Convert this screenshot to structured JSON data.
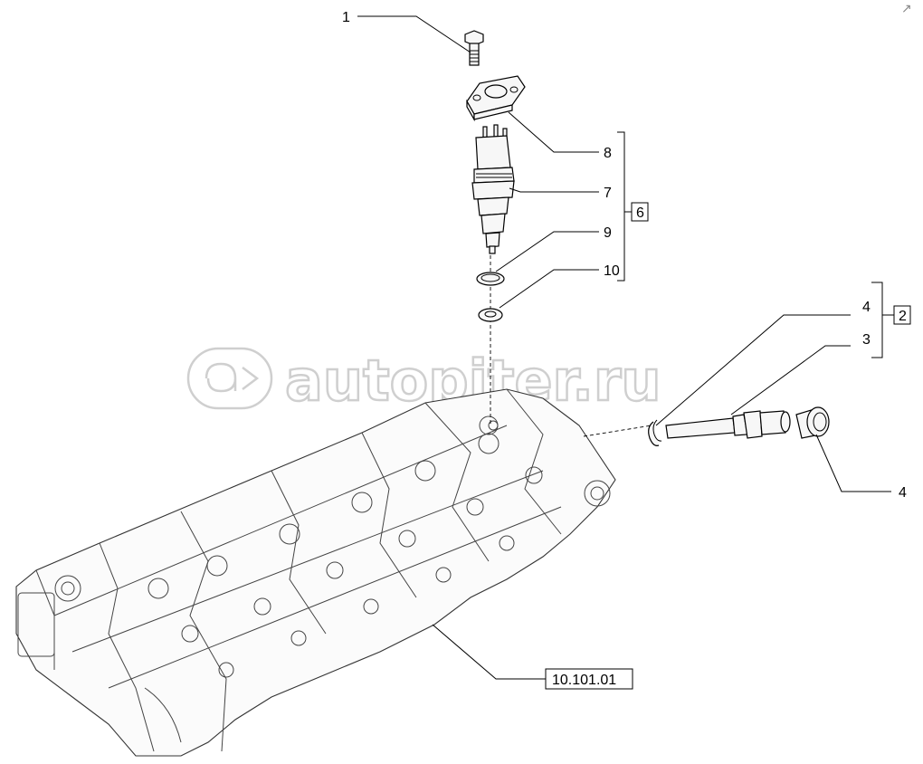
{
  "callouts": {
    "c1": "1",
    "c8": "8",
    "c7": "7",
    "c6": "6",
    "c9": "9",
    "c10": "10",
    "c4a": "4",
    "c2": "2",
    "c3": "3",
    "c4b": "4",
    "ref": "10.101.01"
  },
  "watermark": "autopiter.ru",
  "corner_mark": "↗"
}
